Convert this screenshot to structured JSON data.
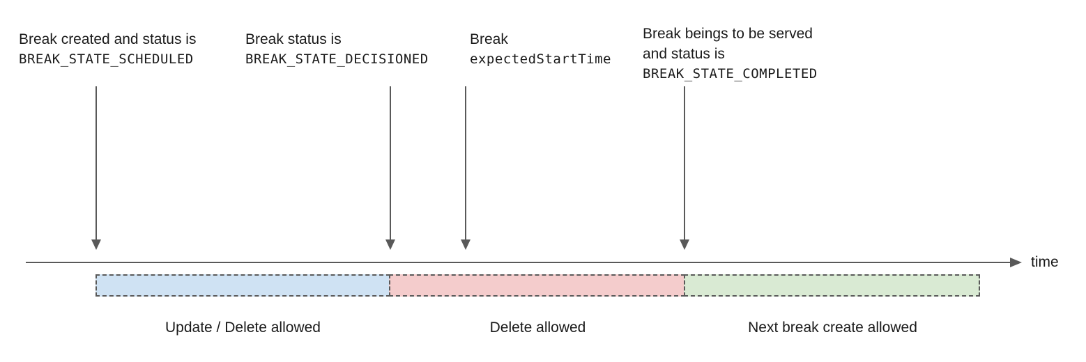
{
  "diagram": {
    "annotations": [
      {
        "id": "break-created",
        "line1": "Break created and status is",
        "line2": "BREAK_STATE_SCHEDULED"
      },
      {
        "id": "break-decisioned",
        "line1": "Break status is",
        "line2": "BREAK_STATE_DECISIONED"
      },
      {
        "id": "expected-start-time",
        "line1": "Break",
        "line2": "expectedStartTime"
      },
      {
        "id": "break-completed",
        "line1": "Break beings to be served",
        "line2": "and status is",
        "line3": "BREAK_STATE_COMPLETED"
      }
    ],
    "segments": [
      {
        "label": "Update / Delete allowed",
        "color": "#cfe2f3"
      },
      {
        "label": "Delete allowed",
        "color": "#f4cccc"
      },
      {
        "label": "Next break create allowed",
        "color": "#d9ead3"
      }
    ],
    "axis": {
      "label": "time",
      "line_color": "#595959"
    },
    "text_color": "#1a1a1a"
  }
}
